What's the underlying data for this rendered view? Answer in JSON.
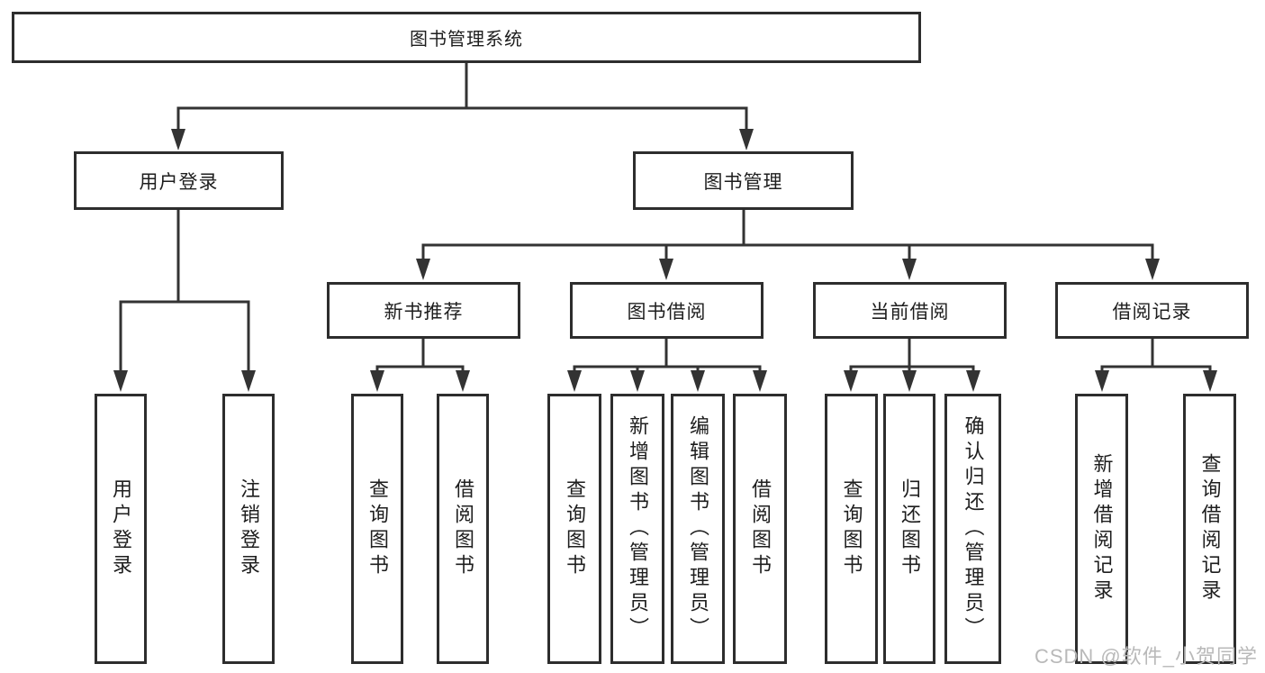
{
  "diagram": {
    "root": "图书管理系统",
    "user_login": {
      "label": "用户登录",
      "children": [
        "用户登录",
        "注销登录"
      ]
    },
    "book_mgmt": {
      "label": "图书管理",
      "new_book_rec": {
        "label": "新书推荐",
        "children": [
          "查询图书",
          "借阅图书"
        ]
      },
      "book_borrow": {
        "label": "图书借阅",
        "children": [
          "查询图书",
          "新增图书（管理员）",
          "编辑图书（管理员）",
          "借阅图书"
        ]
      },
      "current_borrow": {
        "label": "当前借阅",
        "children": [
          "查询图书",
          "归还图书",
          "确认归还（管理员）"
        ]
      },
      "borrow_records": {
        "label": "借阅记录",
        "children": [
          "新增借阅记录",
          "查询借阅记录"
        ]
      }
    },
    "watermark": "CSDN @软件_小贺同学"
  },
  "colors": {
    "line": "#333333",
    "box_border": "#2d2d2d",
    "text": "#1e1e1e",
    "watermark": "#b9b9b9",
    "background": "#ffffff"
  }
}
